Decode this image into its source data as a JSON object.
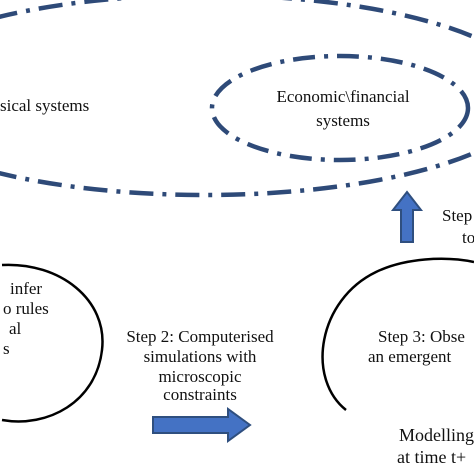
{
  "colors": {
    "dash": "#2E4A78",
    "arrow_fill": "#4472C4",
    "arrow_stroke": "#2F4F7F",
    "loop": "#000000",
    "text": "#111111"
  },
  "outer_system": {
    "label": "sical systems"
  },
  "inner_system": {
    "line1": "Economic\\financial",
    "line2": "systems"
  },
  "step1": {
    "line1": "infer",
    "line2": "o rules",
    "line3": "al",
    "line4": "s"
  },
  "step2": {
    "line1": "Step 2: Computerised",
    "line2": "simulations with",
    "line3": "microscopic",
    "line4": "constraints"
  },
  "step3": {
    "line1": "Step 3: Obse",
    "line2": "an emergent"
  },
  "step4": {
    "line1": "Step",
    "line2": "to"
  },
  "modelling": {
    "line1": "Modelling",
    "line2": "at time t+"
  },
  "icons": {
    "right_arrow": "right-block-arrow",
    "up_arrow": "up-block-arrow"
  }
}
